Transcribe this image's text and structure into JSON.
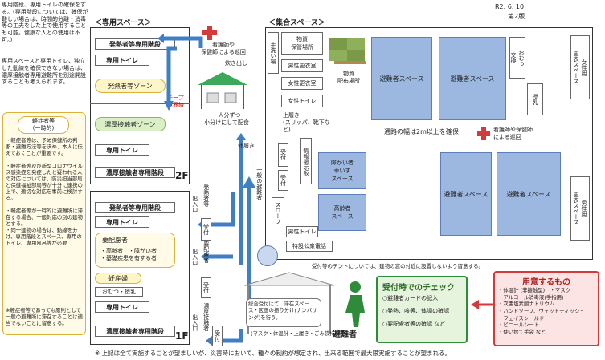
{
  "header": {
    "date": "R2. 6. 10",
    "edition": "第2版"
  },
  "sections": {
    "private_space": "＜専用スペース＞",
    "common_space": "＜集合スペース＞"
  },
  "left_notes": {
    "intro": "専用階段、専用トイレの確保をする。(専用階段については、確保が難しい場合は、時間的分離・消毒等の工夫をした上で使用することも可能。健康な人との使用は不可。)",
    "second": "専用スペースと専用トイレ、独立した動線を確保できない場合は、濃厚接触者専用避難所を別途開設することも考えられます。",
    "box_title": "軽症者等\n(一時的)",
    "box_body": "・軽症者等は、予め保健所の判断・避難方法等を決め、本人に伝えておくことが重要です。\n\n・軽症者等及び新型コロナウイルス感染症を発症したと疑われる人の対応については、防災担当部局と保健福祉部局等が十分に連携の上で、適切な対応を事前に検討する。\n\n・軽症者等が一時的に避難所に滞在する場合、一般対応の別の建物とする。\n・同一建物の場合は、動線を分け、専用階段とスペース、専用のトイレ、専用風呂等が必要",
    "footer": "※軽症者等であっても原則として一般の避難所に滞在することは適当でないことに留意する。"
  },
  "floor2": {
    "stair_top": "発熱者等専用階段",
    "toilet1": "専用トイレ",
    "fever_zone": "発熱者等ゾーン",
    "contact_zone": "濃厚接触者ゾーン",
    "toilet2": "専用トイレ",
    "stair_bottom": "濃厚接触者専用階段",
    "floor": "2F",
    "tape": "テープ\n境界線"
  },
  "floor1": {
    "stair_top": "発熱者等専用階段",
    "toilet1": "専用トイレ",
    "care_title": "要配慮者",
    "care_items": "・高齢者　・障がい者\n・基礎疾患を有する者",
    "pregnant": "妊産婦",
    "diaper": "おむつ・授乳",
    "toilet2": "専用トイレ",
    "stair_bottom": "濃厚接触者専用階段",
    "floor": "1F"
  },
  "routes": {
    "fever_entrance": "発熱者等",
    "exit1": "出入口",
    "exit2": "出入口",
    "care_route": "要配慮者",
    "contact_route": "濃厚接触者",
    "exit3": "出入口",
    "general_route": "一般の避難者",
    "reception": "受付",
    "outside_shoes": "外履き"
  },
  "center": {
    "staff_note": "看護師や\n保健師による巡回",
    "cooking": "炊き出し",
    "portion": "一人分ずつ\n小分けにして配食",
    "hand_wash": "手洗い場",
    "supplies": "物資\n保管場所",
    "male_change": "男性更衣室",
    "female_change": "女性更衣室",
    "female_toilet": "女性トイレ",
    "indoor_shoes": "上履き\n(スリッパ、靴下など)",
    "distribution": "物資\n配布場所",
    "reception_a": "受付",
    "reception_b": "受付",
    "info_board": "情報掲示板",
    "disabled_space": "障がい者\n車いす\nスペース",
    "elderly_space": "高齢者\nスペース",
    "slope": "スロープ",
    "male_toilet": "男性トイレ",
    "phone": "特設公衆電話",
    "tent_note": "受付等のテントについては、建物の窓の付近に設置しないよう留意する。"
  },
  "right_area": {
    "evac1": "避難者スペース",
    "evac2": "避難者スペース",
    "evac3": "避難者スペース",
    "evac4": "避難者スペース",
    "aisle": "通路の幅は2m以上を確保",
    "staff_note": "看護師や保健師\nによる巡回",
    "diaper": "おむつ\n交換",
    "nursing": "授乳",
    "female_changing": "女性用\n更衣スペース",
    "male_changing": "男性用\n更衣スペース"
  },
  "tent": {
    "note": "総合受付にて、滞在スペース・区画の振り分け(ナンバリング)を行う。",
    "sub": "(マスク・体温計・上履き・ごみ袋持参)"
  },
  "evacuee": "避難者",
  "checklist": {
    "title": "受付時でのチェック",
    "items": [
      "避難者カードの記入",
      "発熱、咳等、体調の確認",
      "要配慮者等の確認"
    ],
    "etc": "など"
  },
  "supplies_box": {
    "title": "用意するもの",
    "items": [
      "・体温計 (非接触型)　・マスク",
      "・アルコール消毒液(手指用)",
      "・次亜塩素酸ナトリウム",
      "・ハンドソープ、ウェットティッシュ",
      "・フェイスシールド",
      "・ビニールシート",
      "・使い捨て手袋"
    ],
    "etc": "など"
  },
  "footer": "※ 上記は全て実施することが望ましいが、災害時において、種々の制約が想定され、出来る範囲で最大限実施することが望まれる。",
  "colors": {
    "arrow": "#3f7fc6",
    "green": "#2e8b3a",
    "red": "#d43a3a",
    "evac": "#9db8e0"
  }
}
